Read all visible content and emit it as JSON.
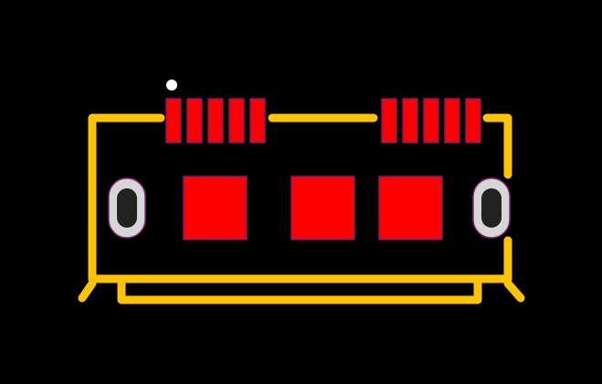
{
  "colors": {
    "background": "#000000",
    "silkscreen": "#FFC400",
    "pad": "#FF0000",
    "pad_outline": "#7A1A6B",
    "hole_ring": "#D6D6D6",
    "hole_ring_outline": "#8B2A7A",
    "hole_core": "#222222",
    "pin1_marker": "#FFFFFF"
  },
  "footprint": {
    "left_pin_group": {
      "pad_count": 5
    },
    "right_pin_group": {
      "pad_count": 5
    },
    "large_pads": {
      "count": 3
    },
    "mounting_holes": {
      "count": 2,
      "shape": "oval"
    },
    "pin1_marker": {
      "shape": "circle"
    }
  }
}
